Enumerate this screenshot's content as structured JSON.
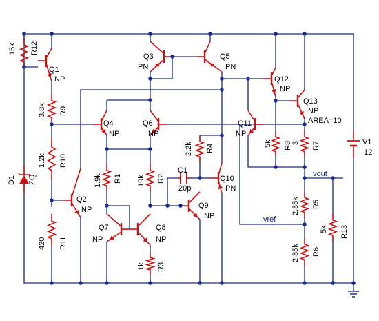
{
  "colors": {
    "wire": "#1a2a8c",
    "device": "#d01010",
    "text": "#000000",
    "background": "#ffffff"
  },
  "labels": {
    "R12": "R12",
    "R12_val": "15k",
    "Q1": "Q1",
    "Q1_type": "NP",
    "R9": "R9",
    "R9_val": "3.8k",
    "R10": "R10",
    "R10_val": "1.2k",
    "D1": "D1",
    "D1_type": "ZQ",
    "Q2": "Q2",
    "Q2_type": "NP",
    "R11": "R11",
    "R11_val": "420",
    "Q3": "Q3",
    "Q3_type": "PN",
    "Q5": "Q5",
    "Q5_type": "PN",
    "Q4": "Q4",
    "Q4_type": "NP",
    "Q6": "Q6",
    "Q6_type": "NP",
    "R1": "R1",
    "R1_val": "1.9k",
    "R2": "R2",
    "R2_val": "19k",
    "Q7": "Q7",
    "Q7_type": "NP",
    "Q8": "Q8",
    "Q8_type": "NP",
    "R3": "R3",
    "R3_val": "1k",
    "C1": "C1",
    "C1_val": "20p",
    "R4": "R4",
    "R4_val": "2.2k",
    "Q9": "Q9",
    "Q9_type": "NP",
    "Q10": "Q10",
    "Q10_type": "PN",
    "Q11": "Q11",
    "Q11_type": "NP",
    "Q12": "Q12",
    "Q12_type": "NP",
    "Q13": "Q13",
    "Q13_type": "NP",
    "Q13_area": "AREA=10",
    "R8": "R8",
    "R8_val": "5k",
    "R7": "R7",
    "R7_val": "3",
    "R5": "R5",
    "R5_val": "2.85k",
    "R6": "R6",
    "R6_val": "2.85k",
    "R13": "R13",
    "R13_val": "5k",
    "V1": "V1",
    "V1_val": "12",
    "vout": "vout",
    "vref": "vref"
  }
}
